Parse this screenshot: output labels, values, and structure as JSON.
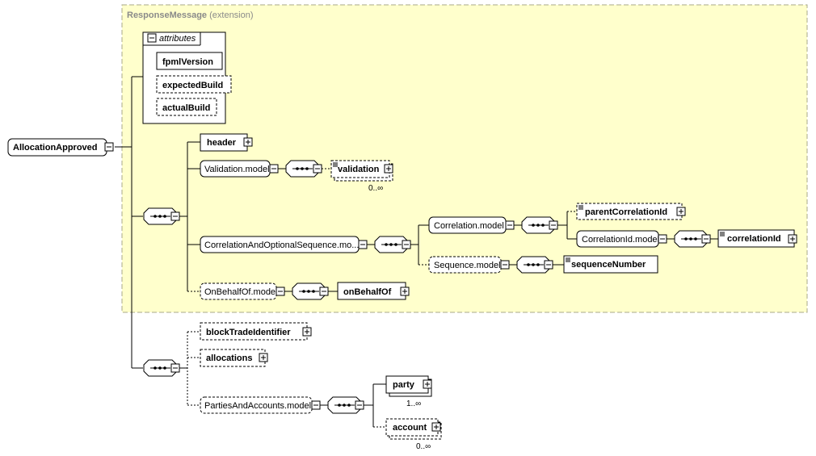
{
  "root": {
    "label": "AllocationApproved"
  },
  "extension": {
    "base": "ResponseMessage",
    "suffix": "(extension)"
  },
  "attributes": {
    "label": "attributes",
    "items": [
      {
        "name": "fpmlVersion"
      },
      {
        "name": "expectedBuild"
      },
      {
        "name": "actualBuild"
      }
    ]
  },
  "ext_sequence": {
    "header": {
      "label": "header"
    },
    "validation_model": {
      "label": "Validation.model",
      "child": "validation",
      "occurs": "0..∞"
    },
    "correlation_seq_model": {
      "label": "CorrelationAndOptionalSequence.mo...",
      "correlation_model": {
        "label": "Correlation.model",
        "parent_correlation": "parentCorrelationId"
      },
      "correlation_id_model": {
        "label": "CorrelationId.model",
        "child": "correlationId"
      },
      "sequence_model": {
        "label": "Sequence.model",
        "child": "sequenceNumber"
      }
    },
    "on_behalf_of_model": {
      "label": "OnBehalfOf.model",
      "child": "onBehalfOf"
    }
  },
  "own_sequence": {
    "block_trade_identifier": {
      "label": "blockTradeIdentifier"
    },
    "allocations": {
      "label": "allocations"
    },
    "parties_and_accounts_model": {
      "label": "PartiesAndAccounts.model",
      "party": {
        "label": "party",
        "occurs": "1..∞"
      },
      "account": {
        "label": "account",
        "occurs": "0..∞"
      }
    }
  }
}
